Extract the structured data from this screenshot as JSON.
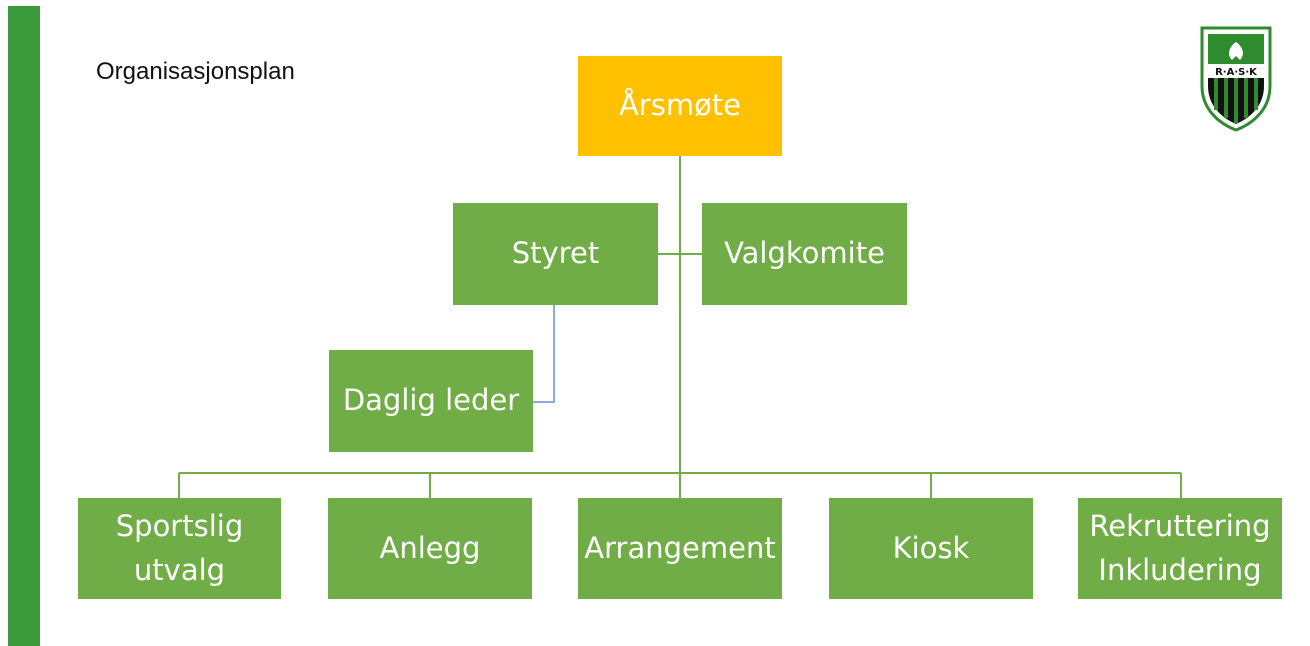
{
  "title": "Organisasjonsplan",
  "logo": {
    "text": "R·A·S·K",
    "colors": {
      "green": "#2e8b2e",
      "black": "#111111"
    }
  },
  "colors": {
    "top": "#ffc000",
    "box": "#70ad47",
    "sidebar": "#3a9a3a",
    "connector": "#70ad47",
    "connector_daglig": "#8ea9db"
  },
  "nodes": {
    "arsmote": "Årsmøte",
    "styret": "Styret",
    "valgkomite": "Valgkomite",
    "daglig_leder": "Daglig leder",
    "sportslig": "Sportslig\nutvalg",
    "anlegg": "Anlegg",
    "arrangement": "Arrangement",
    "kiosk": "Kiosk",
    "rekruttering": "Rekruttering\nInkludering"
  }
}
